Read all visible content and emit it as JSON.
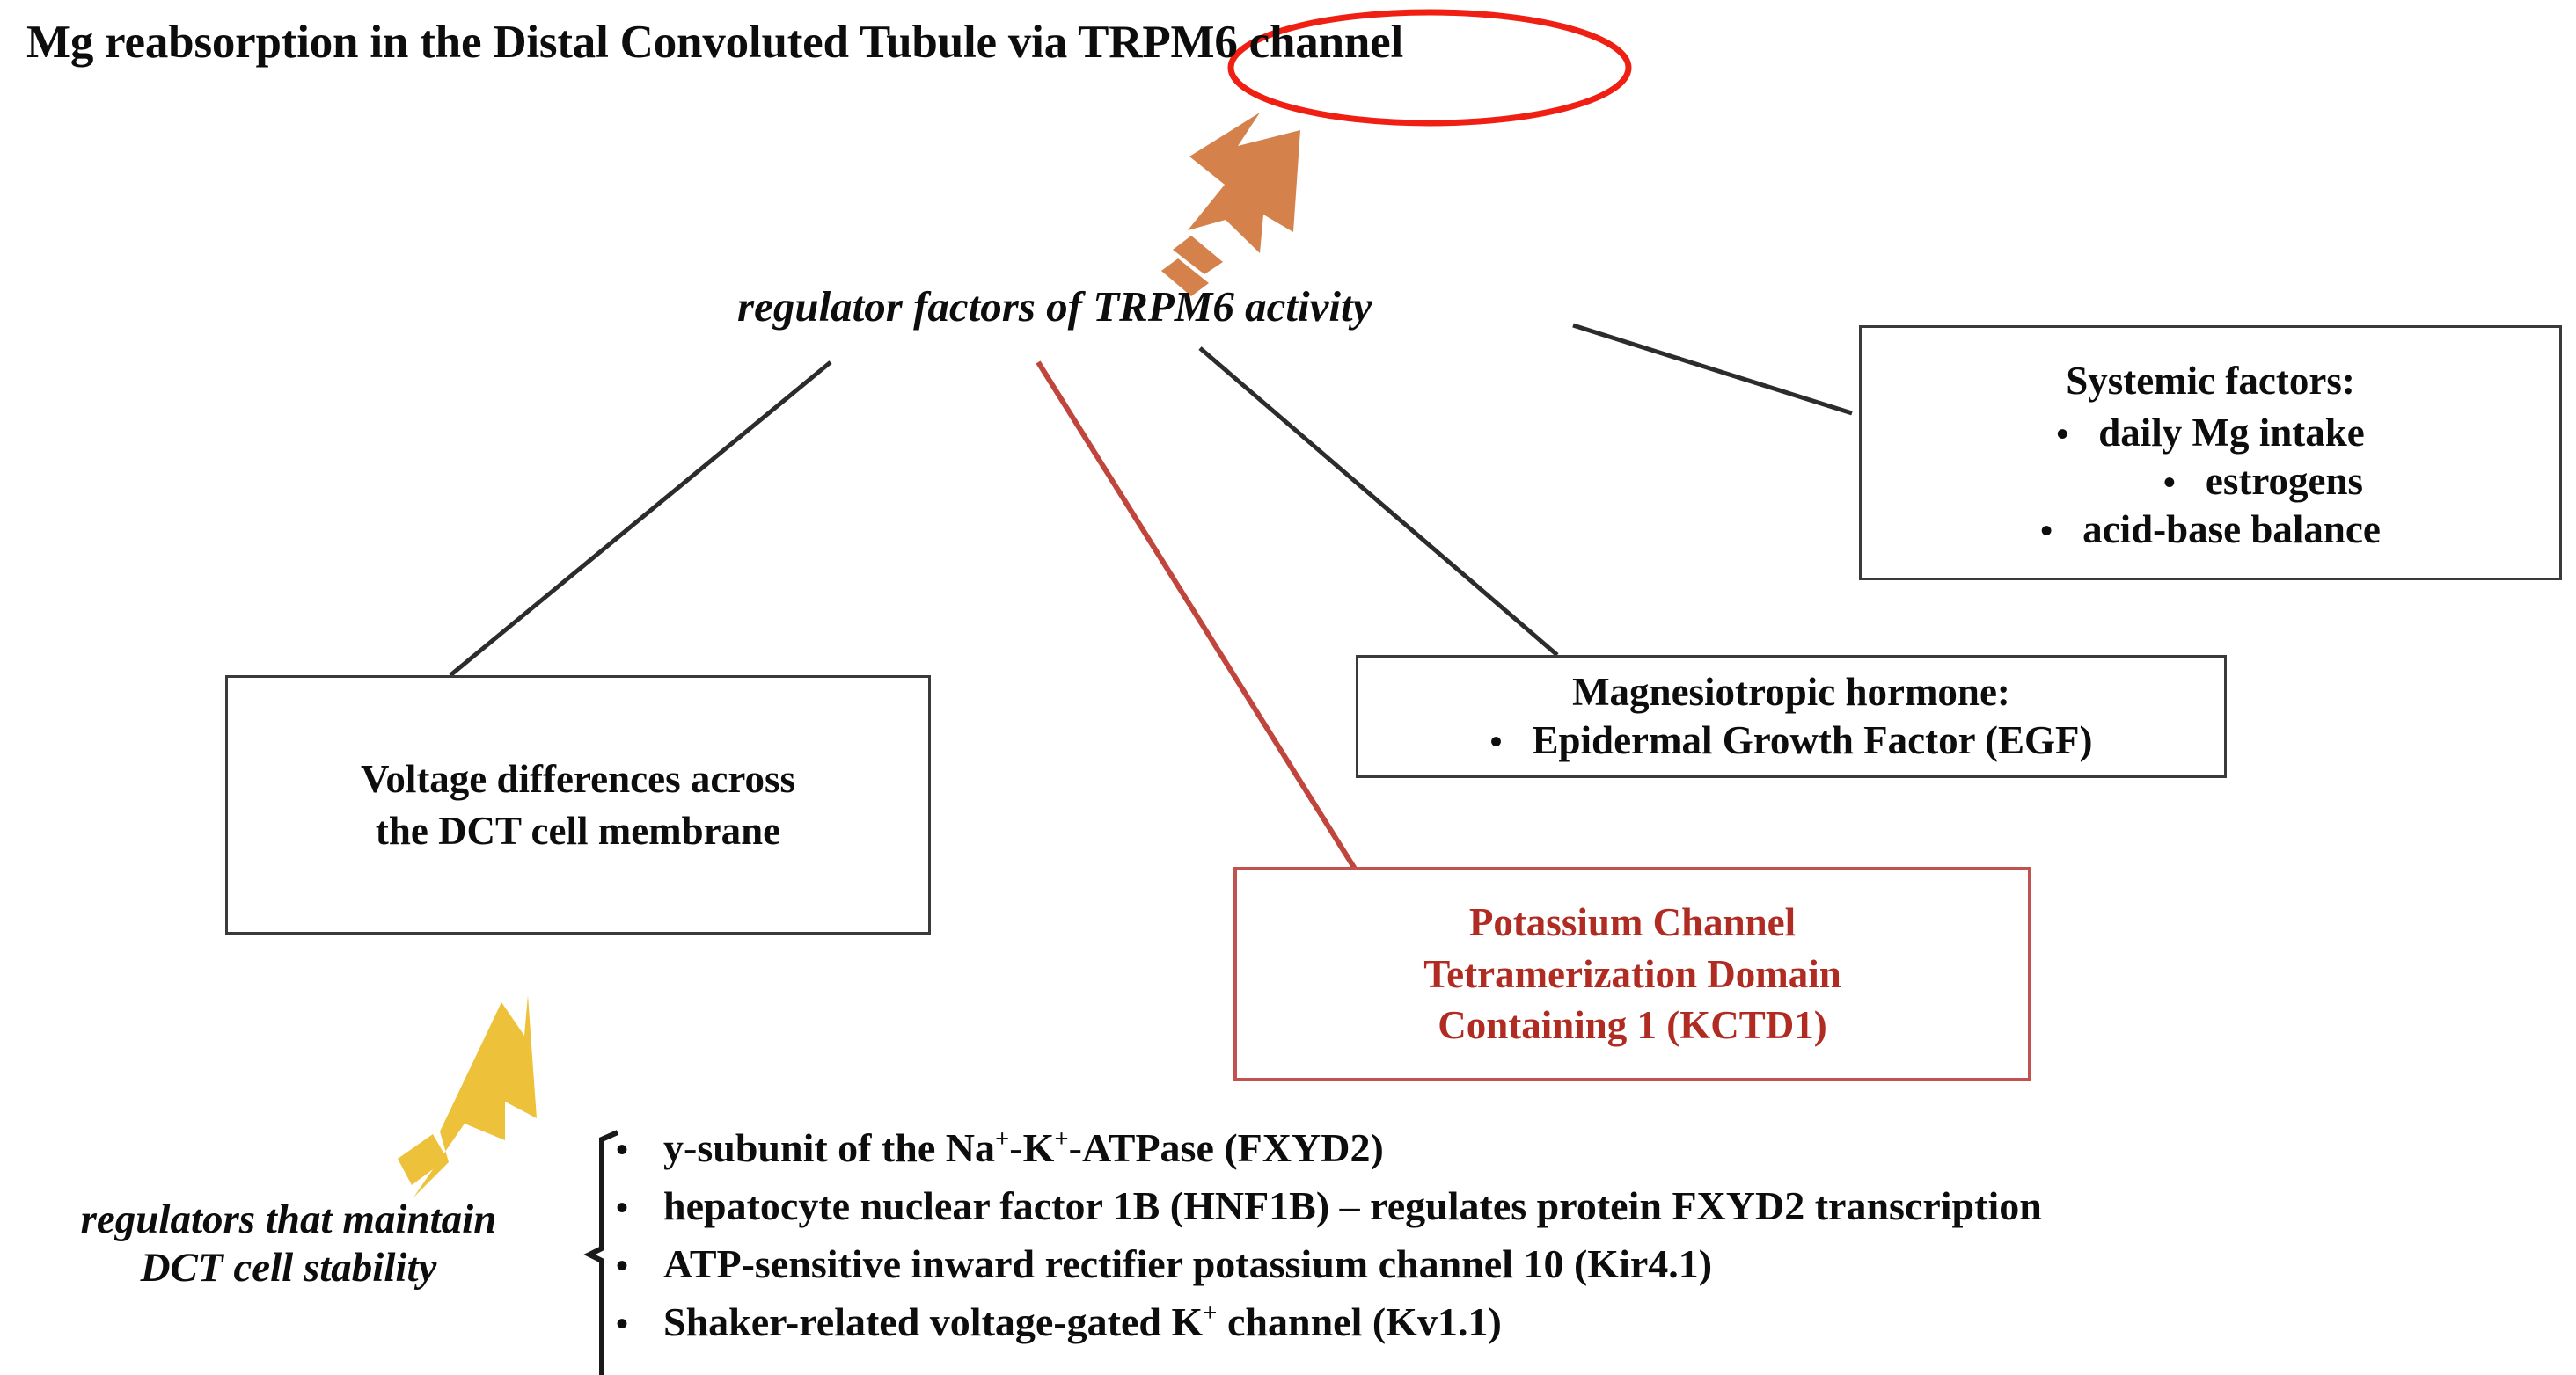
{
  "title": "Mg reabsorption in the Distal Convoluted Tubule via TRPM6 channel",
  "title_highlight": "TRPM6 channel",
  "hub": {
    "label": "regulator factors of TRPM6 activity"
  },
  "stability": {
    "line1": "regulators that maintain",
    "line2": "DCT cell stability"
  },
  "boxes": {
    "systemic": {
      "heading": "Systemic factors:",
      "bullets": [
        "daily Mg intake",
        "estrogens",
        "acid-base balance"
      ]
    },
    "hormone": {
      "heading": "Magnesiotropic hormone:",
      "bullets": [
        "Epidermal Growth Factor (EGF)"
      ]
    },
    "kctd1": {
      "line1": "Potassium Channel",
      "line2": "Tetramerization Domain",
      "line3": "Containing 1 (KCTD1)"
    },
    "voltage": {
      "line1": "Voltage differences across",
      "line2": "the DCT cell membrane"
    }
  },
  "regulator_list": [
    "y-subunit of the Na+-K+-ATPase (FXYD2)",
    "hepatocyte nuclear factor 1B (HNF1B) – regulates protein FXYD2 transcription",
    "ATP-sensitive inward rectifier potassium channel 10 (Kir4.1)",
    "Shaker-related voltage-gated K+ channel (Kv1.1)"
  ],
  "icons": {
    "bullet": "•",
    "up_arrow_orange": "orange-up-arrow",
    "up_arrow_yellow": "yellow-up-arrow",
    "ellipse": "red-ellipse-highlight"
  },
  "colors": {
    "title_text": "#0d0d0d",
    "ellipse_red": "#f01f14",
    "kctd1_text": "#b02b21",
    "kctd1_border": "#c0534f",
    "connector_red": "#c0453c",
    "connector_black": "#2c2c2c",
    "arrow_orange": "#d4814c",
    "arrow_yellow": "#eec13a",
    "box_border": "#3a3a3a"
  }
}
